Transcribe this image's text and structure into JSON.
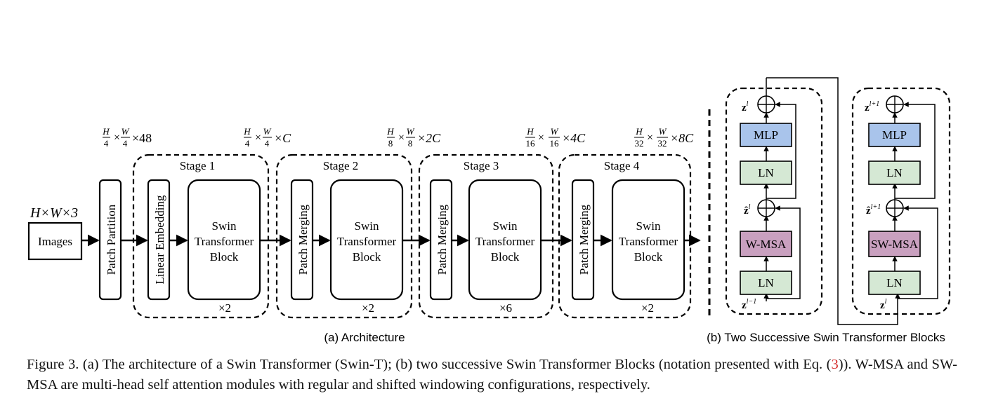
{
  "figure": {
    "subcaption_a": "(a) Architecture",
    "subcaption_b": "(b) Two Successive Swin Transformer Blocks",
    "caption": {
      "part1": "Figure 3. (a) The architecture of a Swin Transformer (Swin-T); (b) two successive Swin Transformer Blocks (notation presented with Eq. (",
      "ref": "3",
      "part2": ")). W-MSA and SW-MSA are multi-head self attention modules with regular and shifted windowing configurations, respectively.",
      "ref_color": "#d42a2a"
    }
  },
  "architecture": {
    "input_dims": "H×W×3",
    "images_label": "Images",
    "patch_partition_label": "Patch Partition",
    "linear_embedding_label": "Linear Embedding",
    "patch_merging_label": "Patch Merging",
    "block_label": [
      "Swin",
      "Transformer",
      "Block"
    ],
    "dims": [
      {
        "h": "H",
        "hd": "4",
        "w": "W",
        "wd": "4",
        "c": "×48"
      },
      {
        "h": "H",
        "hd": "4",
        "w": "W",
        "wd": "4",
        "c": "×C"
      },
      {
        "h": "H",
        "hd": "8",
        "w": "W",
        "wd": "8",
        "c": "×2C"
      },
      {
        "h": "H",
        "hd": "16",
        "w": "W",
        "wd": "16",
        "c": "×4C"
      },
      {
        "h": "H",
        "hd": "32",
        "w": "W",
        "wd": "32",
        "c": "×8C"
      }
    ],
    "stages": [
      {
        "label": "Stage 1",
        "repeat": "×2"
      },
      {
        "label": "Stage 2",
        "repeat": "×2"
      },
      {
        "label": "Stage 3",
        "repeat": "×6"
      },
      {
        "label": "Stage 4",
        "repeat": "×2"
      }
    ]
  },
  "blocks": {
    "ln_label": "LN",
    "mlp_label": "MLP",
    "block1": {
      "attention": "W-MSA",
      "in_base": "z",
      "in_sup": "l−1",
      "mid_base": "ẑ",
      "mid_sup": "l",
      "out_base": "z",
      "out_sup": "l"
    },
    "block2": {
      "attention": "SW-MSA",
      "in_base": "z",
      "in_sup": "l",
      "mid_base": "ẑ",
      "mid_sup": "l+1",
      "out_base": "z",
      "out_sup": "l+1"
    }
  },
  "colors": {
    "mlp_fill": "#a9c4eb",
    "ln_fill": "#d5e8d4",
    "msa_fill": "#c9a0bf",
    "stroke": "#000000"
  }
}
